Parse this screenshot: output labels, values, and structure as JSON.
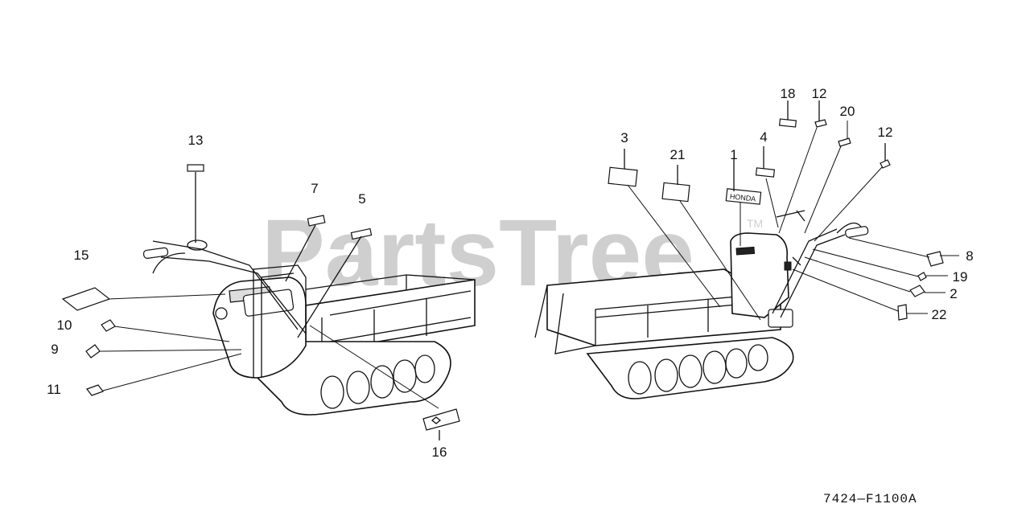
{
  "watermark": {
    "text": "PartsTree",
    "tm": "TM"
  },
  "reference_code": "7424—F1100A",
  "brand_decal_text": "HONDA",
  "callouts": {
    "c1": "1",
    "c2": "2",
    "c3": "3",
    "c4": "4",
    "c5": "5",
    "c7": "7",
    "c8": "8",
    "c9": "9",
    "c10": "10",
    "c11": "11",
    "c12a": "12",
    "c12b": "12",
    "c13": "13",
    "c15": "15",
    "c16": "16",
    "c18": "18",
    "c19": "19",
    "c20": "20",
    "c21": "21",
    "c22": "22"
  }
}
